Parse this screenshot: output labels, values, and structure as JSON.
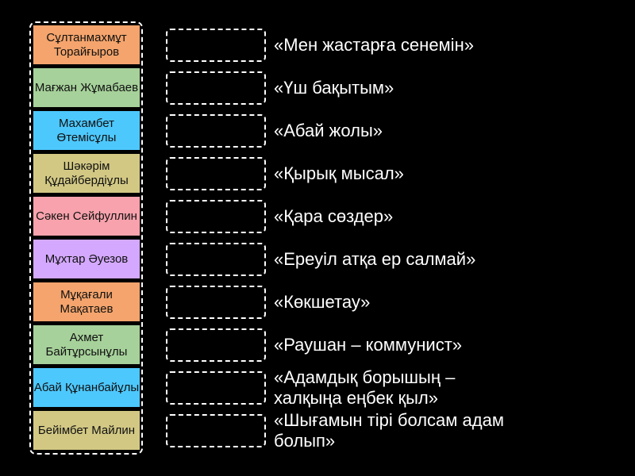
{
  "tiles": [
    {
      "label": "Сұлтанмахмұт Торайғыров",
      "color": "#f4a46c"
    },
    {
      "label": "Мағжан Жұмабаев",
      "color": "#a6d19a"
    },
    {
      "label": "Махамбет Өтемісұлы",
      "color": "#4dc8fd"
    },
    {
      "label": "Шәкәрім Құдайбердіұлы",
      "color": "#d2c884"
    },
    {
      "label": "Сәкен Сейфуллин",
      "color": "#f7a2ac"
    },
    {
      "label": "Мұхтар Әуезов",
      "color": "#d3a8fe"
    },
    {
      "label": "Мұқағали Мақатаев",
      "color": "#f4a46c"
    },
    {
      "label": "Ахмет Байтұрсынұлы",
      "color": "#a6d19a"
    },
    {
      "label": "Абай Құнанбайұлы",
      "color": "#4dc8fd"
    },
    {
      "label": "Бейімбет Майлин",
      "color": "#d2c884"
    }
  ],
  "clues": [
    "«Мен жастарға сенемін»",
    "«Үш бақытым»",
    "«Абай жолы»",
    "«Қырық мысал»",
    "«Қара сөздер»",
    "«Ереуіл атқа ер салмай»",
    "«Көкшетау»",
    "«Раушан – коммунист»",
    "«Адамдық борышың – халқыңа еңбек қыл»",
    "«Шығамын тірі болсам адам болып»"
  ]
}
